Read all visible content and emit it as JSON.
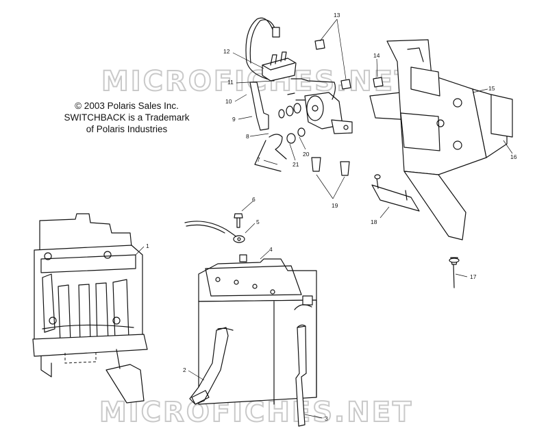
{
  "notice": {
    "copyright": "© 2003 Polaris Sales Inc.",
    "trademark_line1": "SWITCHBACK is a Trademark",
    "trademark_line2": "of Polaris Industries"
  },
  "watermark": {
    "text": "MICROFICHES.NET"
  },
  "callouts": {
    "c1": "1",
    "c2": "2",
    "c3": "3",
    "c4": "4",
    "c5": "5",
    "c6": "6",
    "c7": "7",
    "c8": "8",
    "c9": "9",
    "c10": "10",
    "c11": "11",
    "c12": "12",
    "c13": "13",
    "c14": "14",
    "c15": "15",
    "c16": "16",
    "c17": "17",
    "c18": "18",
    "c19": "19",
    "c20": "20",
    "c21": "21"
  }
}
